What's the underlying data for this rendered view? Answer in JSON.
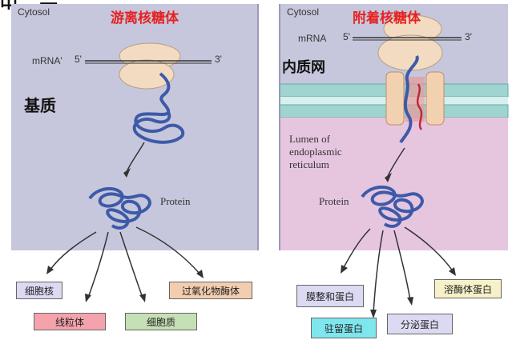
{
  "header_fragment": "中 . 一",
  "left_panel": {
    "cytosol": "Cytosol",
    "title": "游离核糖体",
    "mrna_label": "mRNA'",
    "five_prime": "5'",
    "three_prime": "3'",
    "hand_label": "基质",
    "protein_label": "Protein"
  },
  "right_panel": {
    "cytosol": "Cytosol",
    "title": "附着核糖体",
    "mrna_label": "mRNA",
    "five_prime": "5'",
    "three_prime": "3'",
    "hand_label": "内质网",
    "lumen_label": "Lumen of\nendoplasmic\nreticulum",
    "protein_label": "Protein"
  },
  "left_destinations": [
    {
      "label": "细胞核",
      "color": "#dcd9f2"
    },
    {
      "label": "线粒体",
      "color": "#f4a3ad"
    },
    {
      "label": "细胞质",
      "color": "#c5e0b4"
    },
    {
      "label": "过氧化物酶体",
      "color": "#f3cdb0"
    }
  ],
  "right_destinations": [
    {
      "label": "膜整和蛋白",
      "color": "#dcd9f2"
    },
    {
      "label": "驻留蛋白",
      "color": "#7fe6ee"
    },
    {
      "label": "分泌蛋白",
      "color": "#dcd9f2"
    },
    {
      "label": "溶酶体蛋白",
      "color": "#f6f1c8"
    }
  ],
  "colors": {
    "cytosol_bg": "#c6c7dc",
    "lumen_bg": "#e6c6df",
    "membrane": "#9fd4d0",
    "ribosome": "#f2dbc0",
    "chain": "#3d5aa8",
    "title_red": "#e52222"
  }
}
